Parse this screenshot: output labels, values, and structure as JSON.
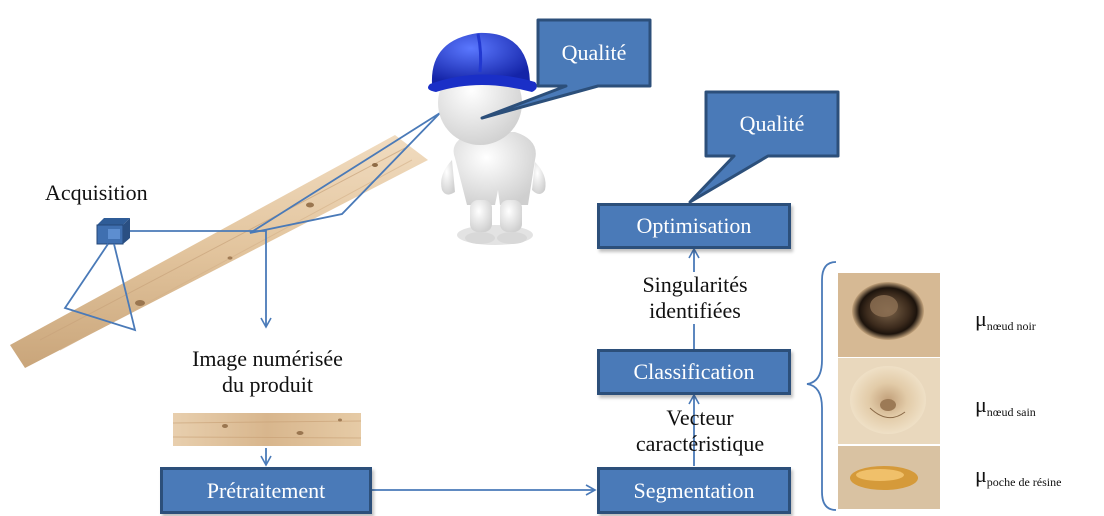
{
  "labels": {
    "acquisition": "Acquisition",
    "image_line1": "Image numérisée",
    "image_line2": "du produit",
    "singularites_line1": "Singularités",
    "singularites_line2": "identifiées",
    "vecteur_line1": "Vecteur",
    "vecteur_line2": "caractéristique"
  },
  "boxes": {
    "pretraitement": "Prétraitement",
    "segmentation": "Segmentation",
    "classification": "Classification",
    "optimisation": "Optimisation"
  },
  "callouts": {
    "quality_top": "Qualité",
    "quality_right": "Qualité"
  },
  "classes": [
    {
      "symbol": "μ",
      "name": "nœud noir"
    },
    {
      "symbol": "μ",
      "name": "nœud sain"
    },
    {
      "symbol": "μ",
      "name": "poche de résine"
    }
  ],
  "colors": {
    "box_fill": "#4a7ab8",
    "box_border": "#2c4f7a",
    "arrow": "#4a7ab8",
    "helmet": "#1f3fd6"
  }
}
